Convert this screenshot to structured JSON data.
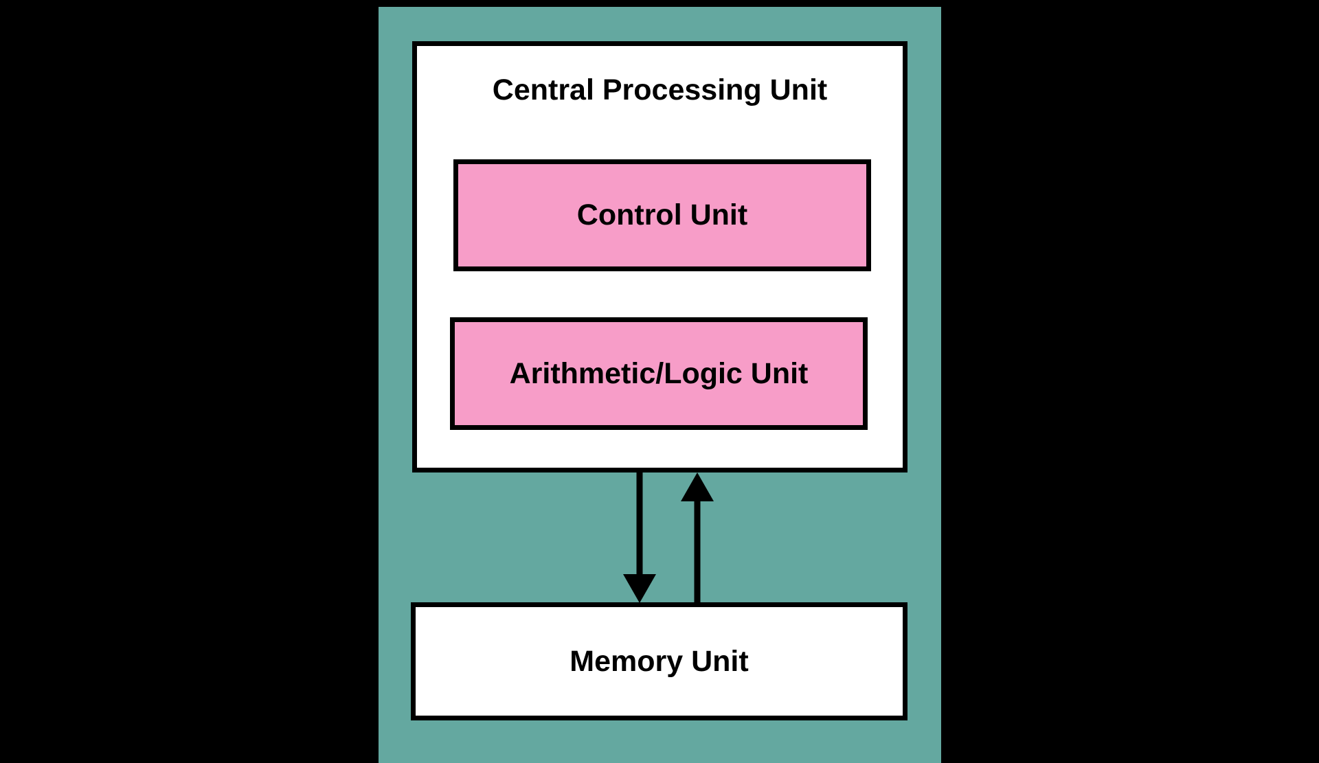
{
  "diagram": {
    "title": "Central Processing Unit",
    "panel": {
      "name": "computer-system-panel",
      "background_color": "#64A8A0"
    },
    "cpu": {
      "label": "Central Processing Unit",
      "fill_color": "#FFFFFF",
      "border_color": "#000000",
      "components": [
        {
          "id": "control-unit",
          "label": "Control Unit",
          "fill_color": "#F79DC8",
          "border_color": "#000000"
        },
        {
          "id": "arithmetic-logic-unit",
          "label": "Arithmetic/Logic Unit",
          "fill_color": "#F79DC8",
          "border_color": "#000000"
        }
      ]
    },
    "memory": {
      "id": "memory-unit",
      "label": "Memory Unit",
      "fill_color": "#FFFFFF",
      "border_color": "#000000"
    },
    "connectors": [
      {
        "id": "cpu-to-memory",
        "icon": "arrow-down-icon",
        "direction": "down",
        "from": "Central Processing Unit",
        "to": "Memory Unit",
        "color": "#000000"
      },
      {
        "id": "memory-to-cpu",
        "icon": "arrow-up-icon",
        "direction": "up",
        "from": "Memory Unit",
        "to": "Central Processing Unit",
        "color": "#000000"
      }
    ],
    "background_color": "#000000"
  }
}
